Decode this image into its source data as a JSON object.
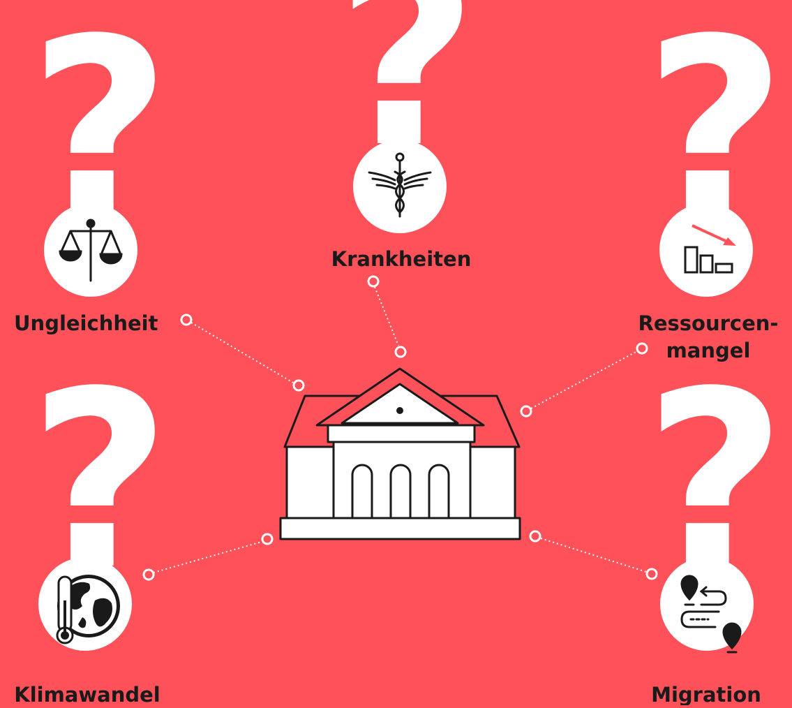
{
  "colors": {
    "background": "#FF5159",
    "foreground": "#FFFFFF",
    "ink": "#1A1A1A",
    "accent": "#FF5159"
  },
  "center": {
    "icon": "parliament-building-icon"
  },
  "topics": {
    "krankheiten": {
      "label": "Krankheiten",
      "icon": "caduceus-icon"
    },
    "ungleichheit": {
      "label": "Ungleichheit",
      "icon": "scales-icon"
    },
    "ressourcenmangel": {
      "label_line1": "Ressourcen-",
      "label_line2": "mangel",
      "icon": "declining-bars-icon"
    },
    "klimawandel": {
      "label": "Klimawandel",
      "icon": "globe-thermometer-icon"
    },
    "migration": {
      "label": "Migration",
      "icon": "route-pins-icon"
    }
  },
  "question_mark_glyph": "?"
}
